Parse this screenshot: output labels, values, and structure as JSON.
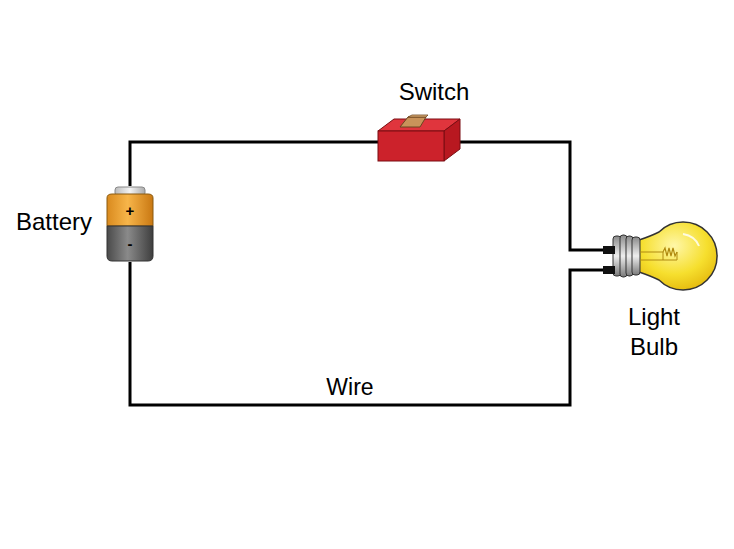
{
  "diagram": {
    "nodes": [
      {
        "text": [
          "Battery",
          "+",
          "-"
        ]
      },
      {
        "text": [
          "Switch"
        ]
      },
      {
        "text": [
          "Light Bulb"
        ]
      }
    ],
    "edges": [
      {
        "from": 0,
        "to": 1,
        "arrow": "none"
      },
      {
        "from": 1,
        "to": 2,
        "arrow": "none"
      },
      {
        "from": 2,
        "to": 0,
        "label": "Wire",
        "arrow": "none"
      }
    ]
  }
}
